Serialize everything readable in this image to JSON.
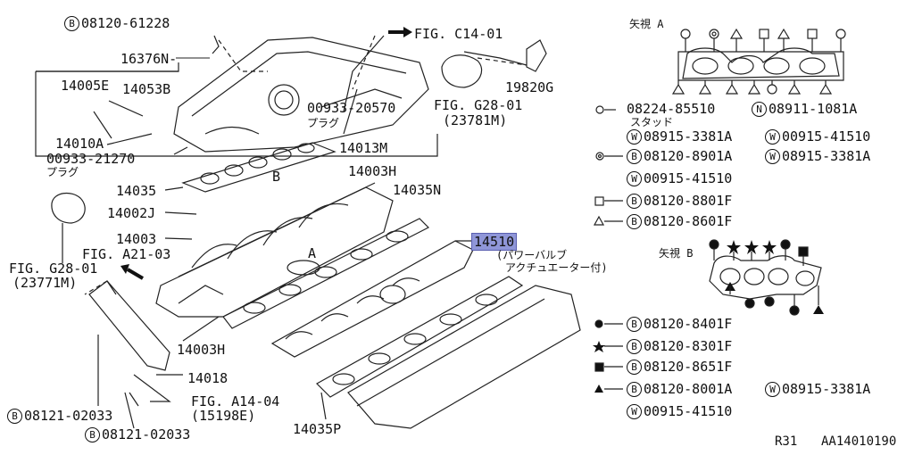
{
  "parts": {
    "p_08120_61228": "08120-61228",
    "p_16376N": "16376N-",
    "p_14005E": "14005E",
    "p_14053B": "14053B",
    "p_14010A": "14010A",
    "p_00933_21270": "00933-21270",
    "p_plug1": "プラグ",
    "p_00933_20570": "00933-20570",
    "p_plug2": "プラグ",
    "p_14013M": "14013M",
    "p_fig_c14": "FIG. C14-01",
    "p_fig_g28_right": "FIG. G28-01",
    "p_23781M": "(23781M)",
    "p_19820G": "19820G",
    "p_14003H_top": "14003H",
    "p_14035N": "14035N",
    "p_14035": "14035",
    "p_14002J": "14002J",
    "p_14003": "14003",
    "p_fig_a21": "FIG. A21-03",
    "p_fig_g28_left": "FIG. G28-01",
    "p_23771M": "(23771M)",
    "p_14510": "14510",
    "p_power_valve_1": "(パワーバルブ",
    "p_power_valve_2": "アクチュエーター付)",
    "p_14003H_bottom": "14003H",
    "p_14018": "14018",
    "p_fig_a14": "FIG. A14-04",
    "p_15198E": "(15198E)",
    "p_08121_a": "08121-02033",
    "p_08121_b": "08121-02033",
    "p_14035P": "14035P",
    "view_arrow_b": "B",
    "view_arrow_a": "A"
  },
  "legend": {
    "view_a_title": "矢視 A",
    "view_b_title": "矢視 B",
    "stud_code": "08224-85510",
    "stud_label": "スタッド",
    "n_code": "08911-1081A",
    "w1": "08915-3381A",
    "w2": "00915-41510",
    "dbl_b": "08120-8901A",
    "dbl_w1": "08915-3381A",
    "dbl_w2": "00915-41510",
    "sq_b": "08120-8801F",
    "tri_b": "08120-8601F",
    "dot_b": "08120-8401F",
    "star_b": "08120-8301F",
    "blksq_b": "08120-8651F",
    "blktri_b": "08120-8001A",
    "blktri_w1": "08915-3381A",
    "blktri_w2": "00915-41510"
  },
  "footer": {
    "model": "R31",
    "figure_id": "AA14010190"
  }
}
